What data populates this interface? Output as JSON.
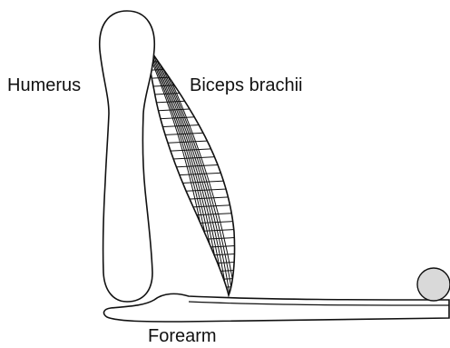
{
  "labels": {
    "humerus": "Humerus",
    "biceps": "Biceps brachii",
    "forearm": "Forearm"
  },
  "colors": {
    "stroke": "#111111",
    "background": "#ffffff",
    "weight_fill": "#d9d9d9"
  }
}
